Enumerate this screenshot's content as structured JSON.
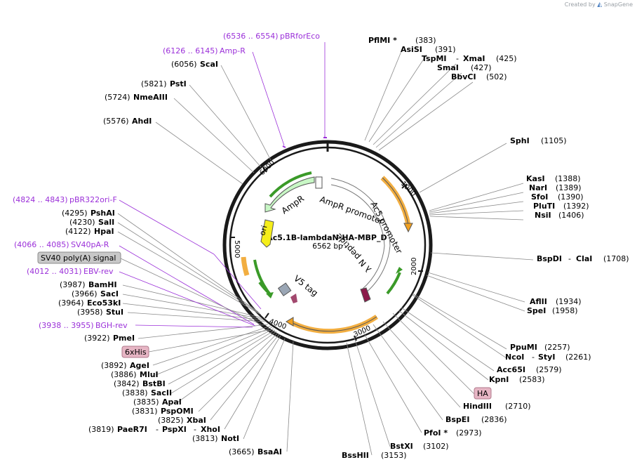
{
  "credit": {
    "prefix": "Created by",
    "brand": "SnapGene"
  },
  "plasmid": {
    "name": "pAc5.1B-lambdaN-HA-MBP_D",
    "length": "6562 bp"
  },
  "ticks": [
    "1000",
    "2000",
    "3000",
    "4000",
    "5000",
    "6000"
  ],
  "features": {
    "ampr_promoter": "AmpR promoter",
    "ac5_promoter": "Ac5 promoter",
    "lambda_n": "λ N peptide",
    "v5_tag": "V5 tag",
    "ori": "ori",
    "ampr": "AmpR"
  },
  "sites": [
    {
      "name": "PflMI *",
      "pos": "(383)"
    },
    {
      "name": "AsiSI",
      "pos": "(391)"
    },
    {
      "name": "TspMI",
      "pos": "",
      "sep": "-"
    },
    {
      "name": "XmaI",
      "pos": "(425)"
    },
    {
      "name": "SmaI",
      "pos": "(427)"
    },
    {
      "name": "BbvCI",
      "pos": "(502)"
    },
    {
      "name": "SphI",
      "pos": "(1105)"
    },
    {
      "name": "KasI",
      "pos": "(1388)"
    },
    {
      "name": "NarI",
      "pos": "(1389)"
    },
    {
      "name": "SfoI",
      "pos": "(1390)"
    },
    {
      "name": "PluTI",
      "pos": "(1392)"
    },
    {
      "name": "NsiI",
      "pos": "(1406)"
    },
    {
      "name": "BspDI",
      "pos": "",
      "sep": "-"
    },
    {
      "name": "ClaI",
      "pos": "(1708)"
    },
    {
      "name": "AflII",
      "pos": "(1934)"
    },
    {
      "name": "SpeI",
      "pos": "(1958)"
    },
    {
      "name": "PpuMI",
      "pos": "(2257)"
    },
    {
      "name": "NcoI",
      "pos": "",
      "sep": "-"
    },
    {
      "name": "StyI",
      "pos": "(2261)"
    },
    {
      "name": "Acc65I",
      "pos": "(2579)"
    },
    {
      "name": "KpnI",
      "pos": "(2583)"
    },
    {
      "name": "HindIII",
      "pos": "(2710)"
    },
    {
      "name": "BspEI",
      "pos": "(2836)"
    },
    {
      "name": "PfoI *",
      "pos": "(2973)"
    },
    {
      "name": "BstXI",
      "pos": "(3102)"
    },
    {
      "name": "BssHII",
      "pos": "(3153)"
    },
    {
      "name": "BsaAI",
      "pos": "(3665)"
    },
    {
      "name": "NotI",
      "pos": "(3813)"
    },
    {
      "name": "PaeR7I",
      "pos": "(3819)"
    },
    {
      "name": "PspXI",
      "pos": "",
      "sep": "-"
    },
    {
      "name": "XhoI",
      "pos": "",
      "sep": "-"
    },
    {
      "name": "XbaI",
      "pos": "(3825)"
    },
    {
      "name": "PspOMI",
      "pos": "(3831)"
    },
    {
      "name": "ApaI",
      "pos": "(3835)"
    },
    {
      "name": "SacII",
      "pos": "(3838)"
    },
    {
      "name": "BstBI",
      "pos": "(3842)"
    },
    {
      "name": "MluI",
      "pos": "(3886)"
    },
    {
      "name": "AgeI",
      "pos": "(3892)"
    },
    {
      "name": "PmeI",
      "pos": "(3922)"
    },
    {
      "name": "StuI",
      "pos": "(3958)"
    },
    {
      "name": "Eco53kI",
      "pos": "(3964)"
    },
    {
      "name": "SacI",
      "pos": "(3966)"
    },
    {
      "name": "BamHI",
      "pos": "(3987)"
    },
    {
      "name": "HpaI",
      "pos": "(4122)"
    },
    {
      "name": "SalI",
      "pos": "(4230)"
    },
    {
      "name": "PshAI",
      "pos": "(4295)"
    },
    {
      "name": "AhdI",
      "pos": "(5576)"
    },
    {
      "name": "NmeAIII",
      "pos": "(5724)"
    },
    {
      "name": "PstI",
      "pos": "(5821)"
    },
    {
      "name": "ScaI",
      "pos": "(6056)"
    }
  ],
  "primers": [
    {
      "range": "(6536 .. 6554)",
      "name": "pBRforEco"
    },
    {
      "range": "(6126 .. 6145)",
      "name": "Amp-R"
    },
    {
      "range": "(4824 .. 4843)",
      "name": "pBR322ori-F"
    },
    {
      "range": "(4066 .. 4085)",
      "name": "SV40pA-R"
    },
    {
      "range": "(4012 .. 4031)",
      "name": "EBV-rev"
    },
    {
      "range": "(3938 .. 3955)",
      "name": "BGH-rev"
    }
  ],
  "boxed_features": [
    {
      "label": "SV40 poly(A) signal",
      "fill": "#c8c8c8",
      "stroke": "#8c8c8c"
    },
    {
      "label": "6xHis",
      "fill": "#e6b5c4",
      "stroke": "#b07a8c"
    },
    {
      "label": "HA",
      "fill": "#e6b5c4",
      "stroke": "#b07a8c"
    }
  ],
  "colors": {
    "backbone": "#1a1a1a",
    "primer": "#9b30d9",
    "ampr": "#c8f7c5",
    "ori": "#f5ee1a",
    "mbp_orange": "#f0a020",
    "green": "#3a9a28",
    "lambda": "#8b1a4a",
    "v5": "#9aa6b5"
  }
}
